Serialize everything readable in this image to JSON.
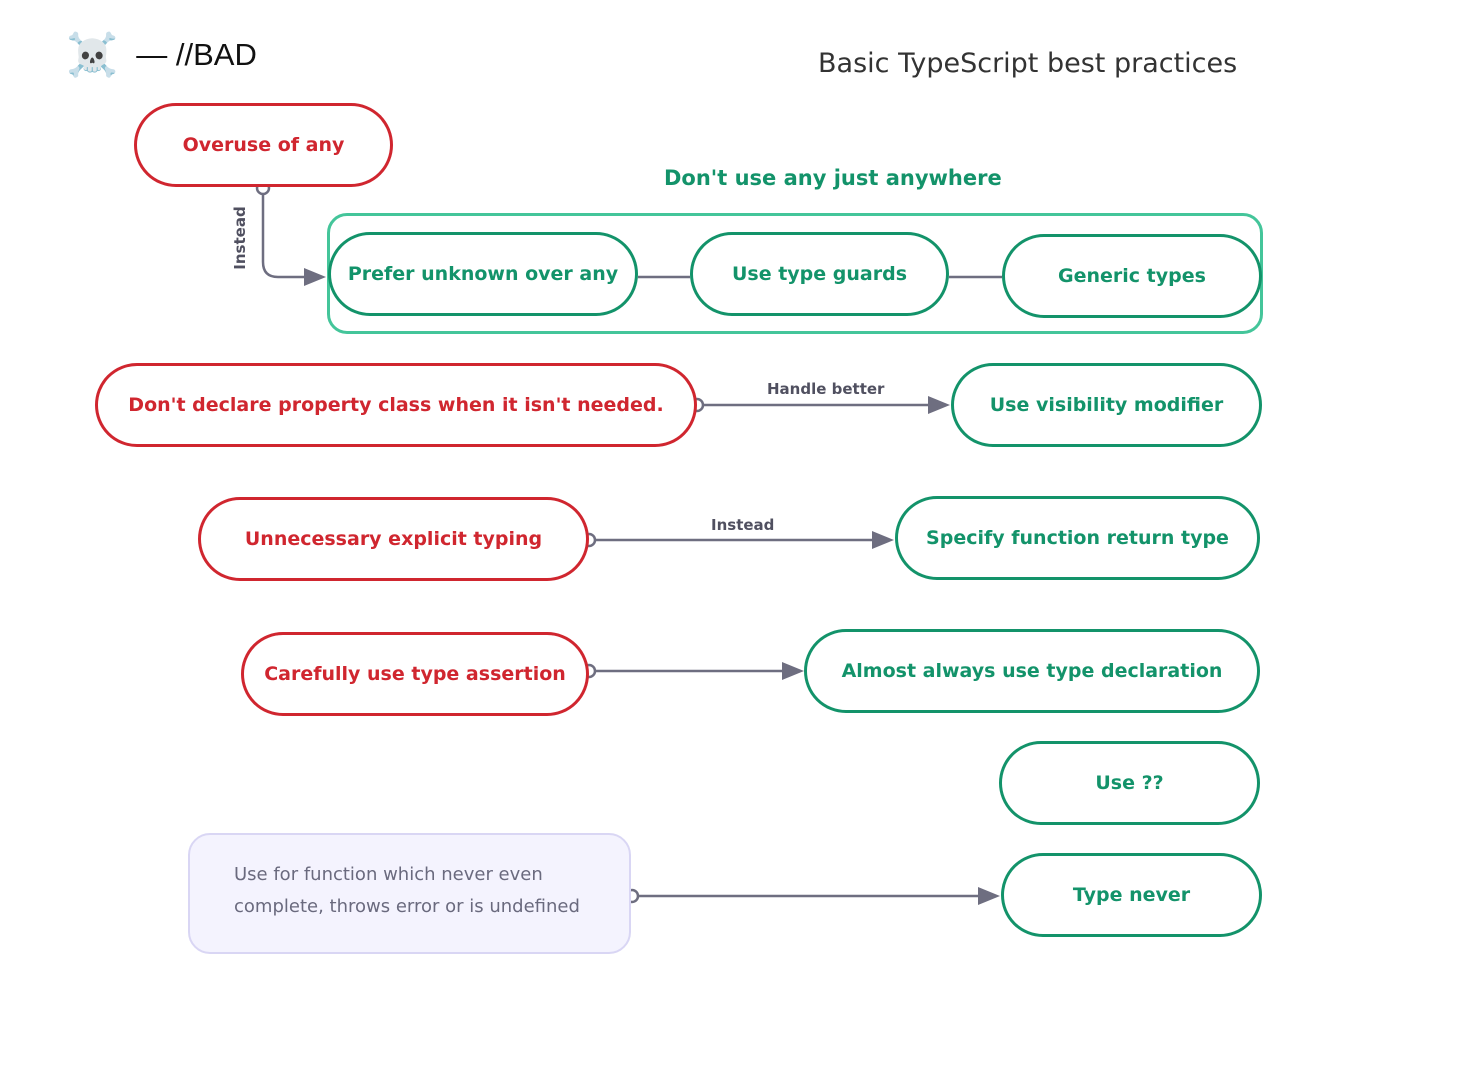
{
  "header": {
    "icon": "skull-crossbones-icon",
    "legend_glyph": "☠️",
    "legend_text": "— //BAD",
    "title": "Basic TypeScript best practices"
  },
  "colors": {
    "bad": "#d0262f",
    "good": "#13936a",
    "group_border": "#44c59a",
    "edge": "#6e6e80",
    "note_bg": "#f4f3fe"
  },
  "group": {
    "title": "Don't use any just anywhere",
    "items": [
      "Prefer unknown over any",
      "Use type guards",
      "Generic types"
    ]
  },
  "bad_nodes": {
    "any": "Overuse of any",
    "property_class": "Don't declare property class when it isn't needed.",
    "explicit_typing": "Unnecessary explicit typing",
    "type_assertion": "Carefully use type assertion"
  },
  "good_nodes": {
    "visibility": "Use visibility modifier",
    "return_type": "Specify function return type",
    "type_declaration": "Almost always use type declaration",
    "nullish": "Use ??",
    "never": "Type never"
  },
  "note": {
    "line1": "Use for function which never even",
    "line2": "complete, throws error or is undefined"
  },
  "edge_labels": {
    "any_to_unknown": "Instead",
    "property_to_visibility": "Handle better",
    "typing_to_return": "Instead"
  }
}
